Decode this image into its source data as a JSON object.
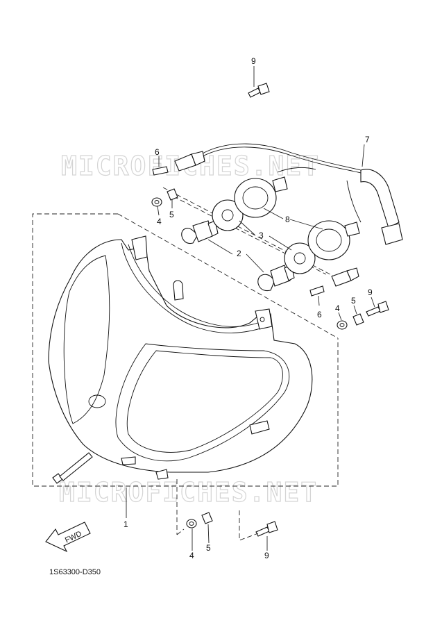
{
  "watermark": {
    "text": "MICROFICHES.NET"
  },
  "diagram_code": "1S63300-D350",
  "fwd_label": "FWD",
  "callouts": {
    "c1": "1",
    "c2": "2",
    "c3": "3",
    "c4a": "4",
    "c4b": "4",
    "c4c": "4",
    "c5a": "5",
    "c5b": "5",
    "c5c": "5",
    "c6a": "6",
    "c6b": "6",
    "c7": "7",
    "c8": "8",
    "c9a": "9",
    "c9b": "9",
    "c9c": "9"
  }
}
